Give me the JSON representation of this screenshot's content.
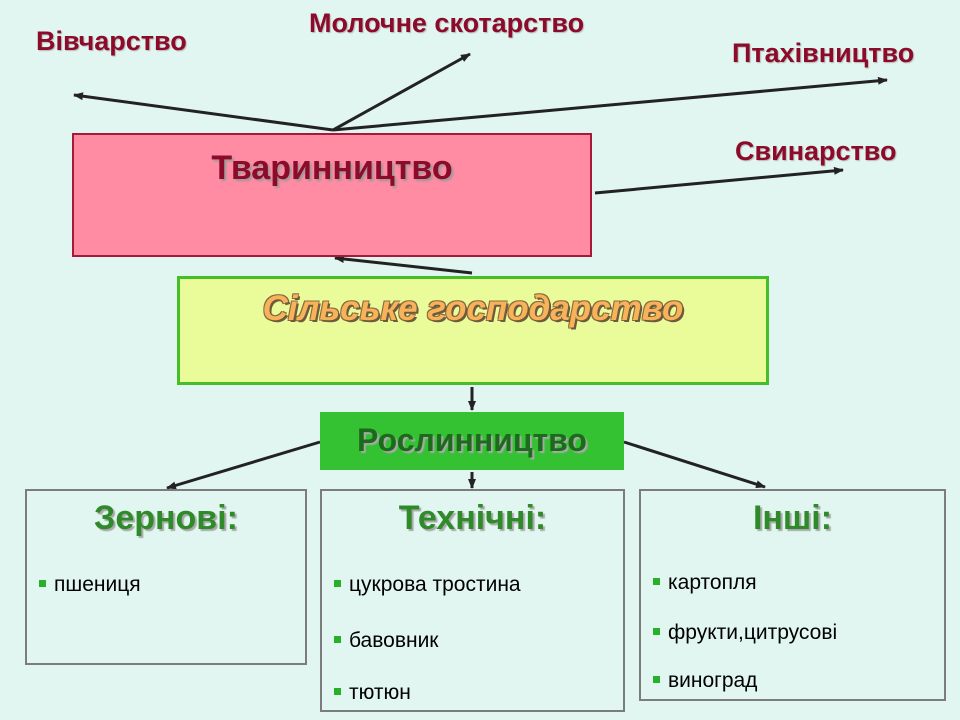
{
  "animal_branches": {
    "sheep": "Вівчарство",
    "dairy": "Молочне скотарство",
    "poultry": "Птахівництво",
    "pig": "Свинарство"
  },
  "boxes": {
    "livestock": "Тваринництво",
    "agriculture": "Сільське господарство",
    "crops": "Рослинництво"
  },
  "categories": {
    "grain": {
      "title": "Зернові:",
      "items": [
        "пшениця"
      ]
    },
    "technical": {
      "title": "Технічні:",
      "items": [
        "цукрова тростина",
        "бавовник",
        "тютюн"
      ]
    },
    "other": {
      "title": "Інші:",
      "items": [
        "картопля",
        "фрукти,цитрусові",
        "виноград"
      ]
    }
  },
  "colors": {
    "background": "#e2f6f1",
    "livestock_fill": "#ff8ca3",
    "agriculture_fill": "#eafc9a",
    "crops_fill": "#34c232",
    "label_red": "#8c0a2a",
    "bullet_green": "#28b028"
  }
}
